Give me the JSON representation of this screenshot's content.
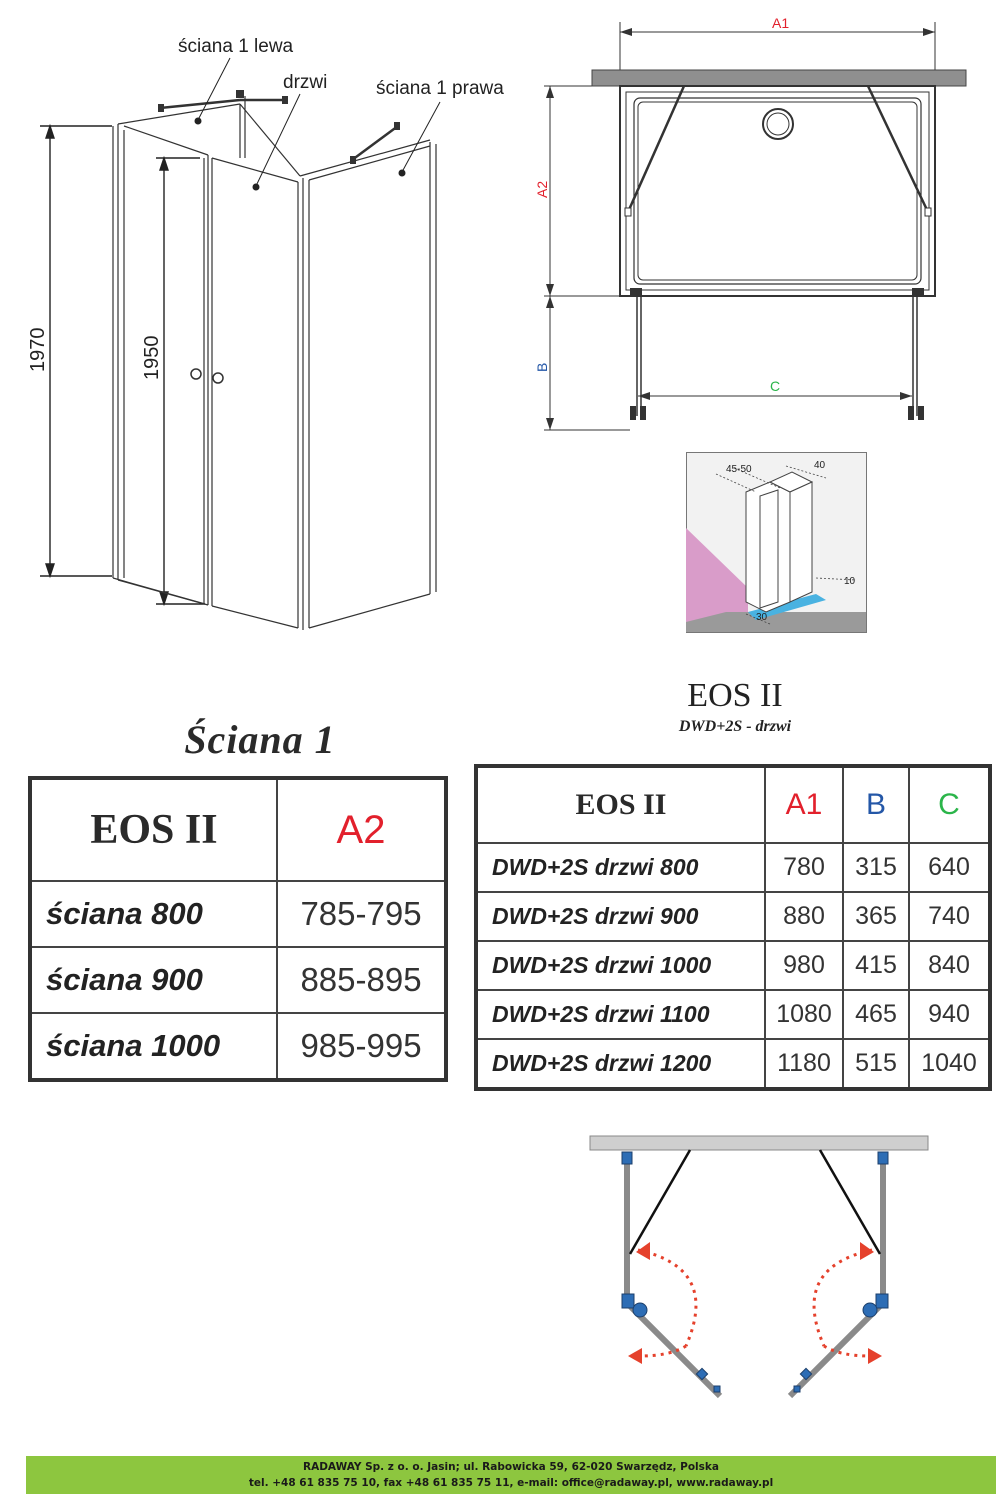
{
  "colors": {
    "a1": "#e2202c",
    "b": "#2457a7",
    "c": "#2bb54a",
    "footer_bg": "#8dc63f",
    "arrow": "#e5412c",
    "fitting": "#2d6db5"
  },
  "iso_drawing": {
    "labels": {
      "left_wall": "ściana 1 lewa",
      "door": "drzwi",
      "right_wall": "ściana 1 prawa"
    },
    "dimensions": {
      "total_height": "1970",
      "door_height": "1950"
    }
  },
  "plan_drawing": {
    "labels": {
      "a1": "A1",
      "a2": "A2",
      "b": "B",
      "c": "C"
    }
  },
  "detail_drawing": {
    "labels": {
      "range": "45-50",
      "width": "40",
      "gap": "10",
      "base": "30"
    }
  },
  "sciana_table": {
    "title": "Ściana 1",
    "headers": [
      "EOS II",
      "A2"
    ],
    "rows": [
      {
        "label": "ściana 800",
        "a2": "785-795"
      },
      {
        "label": "ściana 900",
        "a2": "885-895"
      },
      {
        "label": "ściana 1000",
        "a2": "985-995"
      }
    ]
  },
  "eos_table": {
    "title": "EOS II",
    "subtitle": "DWD+2S - drzwi",
    "headers": [
      "EOS II",
      "A1",
      "B",
      "C"
    ],
    "rows": [
      {
        "label": "DWD+2S drzwi 800",
        "a1": "780",
        "b": "315",
        "c": "640"
      },
      {
        "label": "DWD+2S drzwi 900",
        "a1": "880",
        "b": "365",
        "c": "740"
      },
      {
        "label": "DWD+2S drzwi 1000",
        "a1": "980",
        "b": "415",
        "c": "840"
      },
      {
        "label": "DWD+2S drzwi 1100",
        "a1": "1080",
        "b": "465",
        "c": "940"
      },
      {
        "label": "DWD+2S drzwi 1200",
        "a1": "1180",
        "b": "515",
        "c": "1040"
      }
    ]
  },
  "footer": {
    "line1": "RADAWAY Sp. z o. o. Jasin; ul. Rabowicka 59, 62-020 Swarzędz, Polska",
    "line2": "tel. +48 61 835 75 10, fax +48 61 835 75 11, e-mail: office@radaway.pl, www.radaway.pl"
  }
}
